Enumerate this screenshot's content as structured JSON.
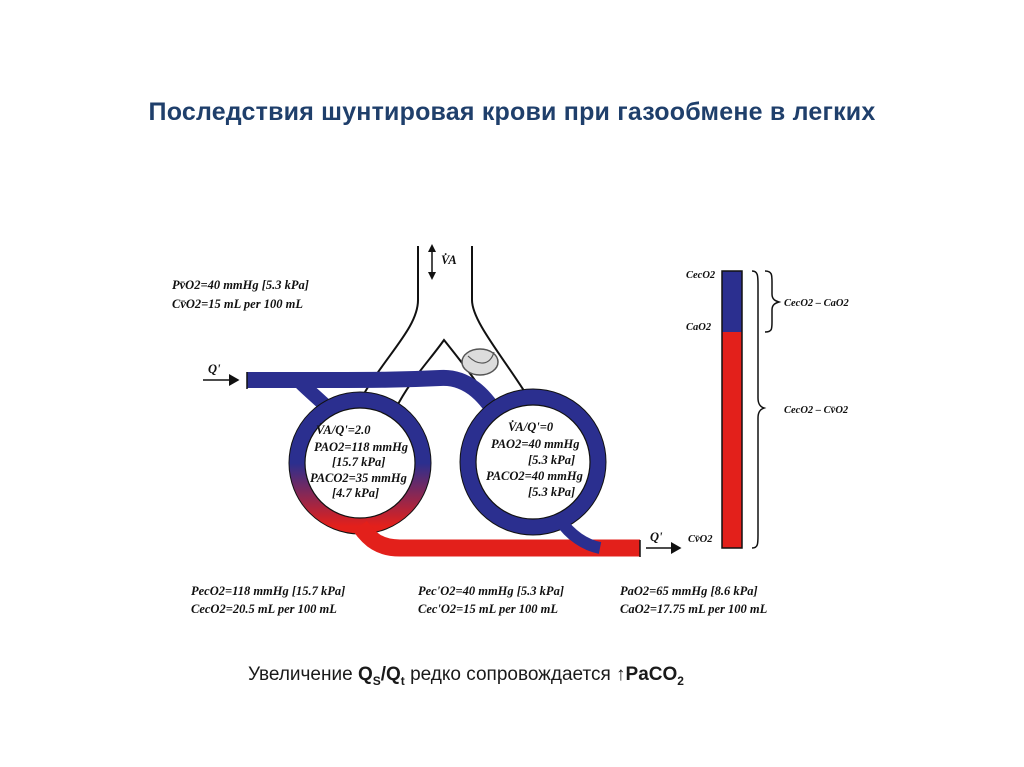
{
  "slide": {
    "title": "Последствия шунтировая крови при газообмене в легких"
  },
  "diagram": {
    "va_label": "V̇A",
    "q_in_label": "Q'",
    "q_out_label": "Q'",
    "top_left": {
      "line1": "Pv̄O2=40 mmHg [5.3 kPa]",
      "line2": "Cv̄O2=15 mL per 100 mL"
    },
    "left_alveolus": {
      "line1": "V̇A/Q'=2.0",
      "line2": "PAO2=118 mmHg",
      "line3": "[15.7 kPa]",
      "line4": "PACO2=35 mmHg",
      "line5": "[4.7 kPa]"
    },
    "right_alveolus": {
      "line1": "V̇A/Q'=0",
      "line2": "PAO2=40 mmHg",
      "line3": "[5.3 kPa]",
      "line4": "PACO2=40 mmHg",
      "line5": "[5.3 kPa]"
    },
    "bottom_left": {
      "line1": "PecO2=118 mmHg [15.7 kPa]",
      "line2": "CecO2=20.5 mL per 100 mL"
    },
    "bottom_middle": {
      "line1": "Pec'O2=40 mmHg [5.3 kPa]",
      "line2": "Cec'O2=15 mL per 100 mL"
    },
    "bottom_right": {
      "line1": "PaO2=65 mmHg [8.6 kPa]",
      "line2": "CaO2=17.75 mL per 100 mL"
    },
    "bar": {
      "top_label": "CecO2",
      "mid_label": "CaO2",
      "bottom_label": "Cv̄O2",
      "brace_top_label": "CecO2 – CaO2",
      "brace_bottom_label": "CecO2 – Cv̄O2",
      "blue_color": "#2b2f8f",
      "red_color": "#e3201b"
    }
  },
  "caption": {
    "prefix": "Увеличение ",
    "qs": "Q",
    "qs_sub": "S",
    "slash": "/",
    "qt": "Q",
    "qt_sub": "t",
    "suffix": " редко сопровождается ",
    "arrow": "↑",
    "paco": "PaCO",
    "paco_sub": "2"
  }
}
